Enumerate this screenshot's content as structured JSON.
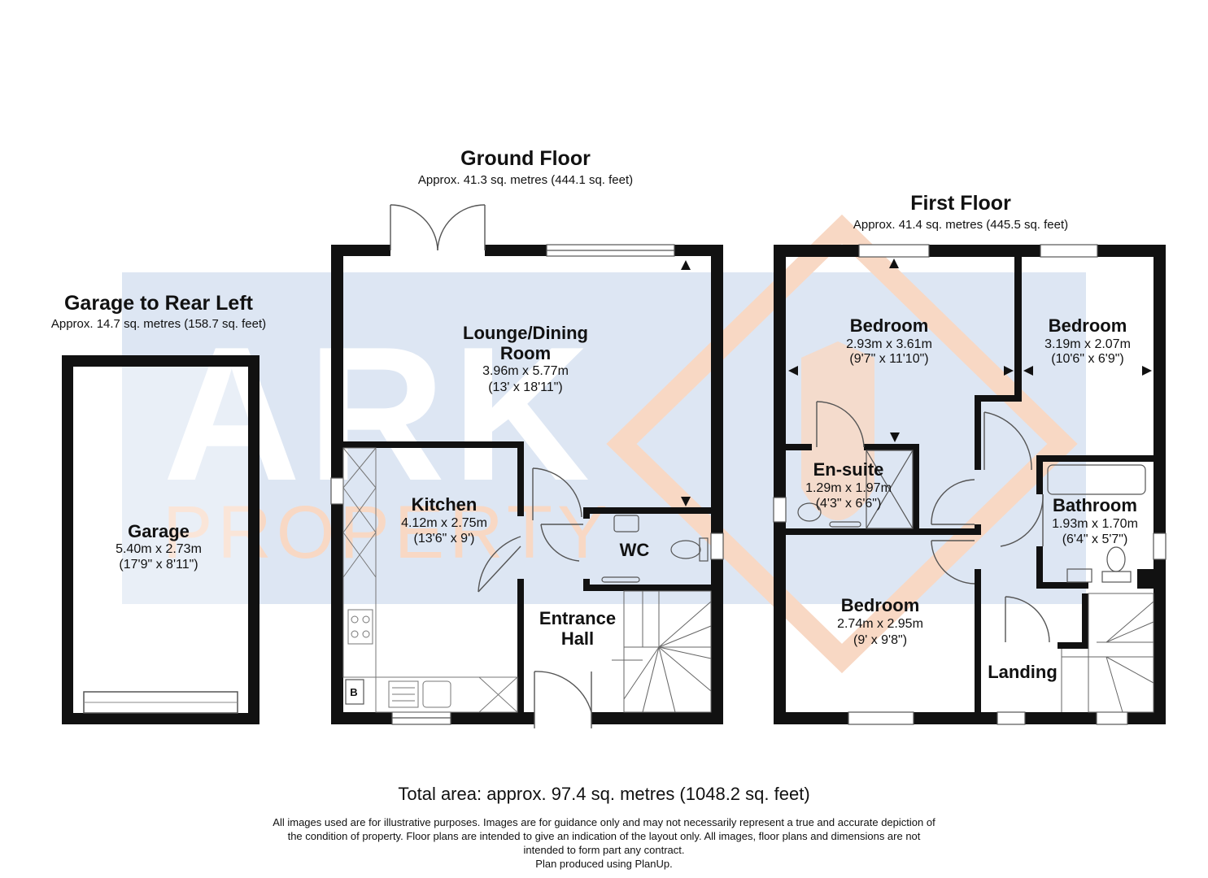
{
  "watermark": {
    "line1": "ARK",
    "line2": "PROPERTY",
    "colors": {
      "box": "#dde6f3",
      "letters": "#ffffff",
      "accent": "#f8d8c4"
    }
  },
  "garage_block": {
    "title": "Garage to Rear Left",
    "area": "Approx. 14.7 sq. metres (158.7 sq. feet)",
    "room": {
      "name": "Garage",
      "dims_m": "5.40m x 2.73m",
      "dims_ft": "(17'9\" x 8'11\")"
    }
  },
  "ground_floor": {
    "title": "Ground Floor",
    "area": "Approx. 41.3 sq. metres (444.1 sq. feet)",
    "rooms": {
      "lounge": {
        "name_line1": "Lounge/Dining",
        "name_line2": "Room",
        "dims_m": "3.96m x 5.77m",
        "dims_ft": "(13' x 18'11\")"
      },
      "kitchen": {
        "name": "Kitchen",
        "dims_m": "4.12m x 2.75m",
        "dims_ft": "(13'6\" x 9')"
      },
      "wc": {
        "name": "WC"
      },
      "hall": {
        "name_line1": "Entrance",
        "name_line2": "Hall"
      },
      "boiler": {
        "label": "B"
      }
    }
  },
  "first_floor": {
    "title": "First Floor",
    "area": "Approx. 41.4 sq. metres (445.5 sq. feet)",
    "rooms": {
      "bedroom1": {
        "name": "Bedroom",
        "dims_m": "2.93m x 3.61m",
        "dims_ft": "(9'7\" x 11'10\")"
      },
      "bedroom2": {
        "name": "Bedroom",
        "dims_m": "3.19m x 2.07m",
        "dims_ft": "(10'6\" x 6'9\")"
      },
      "ensuite": {
        "name": "En-suite",
        "dims_m": "1.29m x 1.97m",
        "dims_ft": "(4'3\" x 6'6\")"
      },
      "bathroom": {
        "name": "Bathroom",
        "dims_m": "1.93m x 1.70m",
        "dims_ft": "(6'4\" x 5'7\")"
      },
      "bedroom3": {
        "name": "Bedroom",
        "dims_m": "2.74m x 2.95m",
        "dims_ft": "(9' x 9'8\")"
      },
      "landing": {
        "name": "Landing"
      }
    }
  },
  "footer": {
    "total": "Total area: approx. 97.4 sq. metres (1048.2 sq. feet)",
    "disclaimer": [
      "All images used are for illustrative purposes. Images are for guidance only and may not necessarily represent a true and accurate depiction of",
      "the condition of property. Floor plans are intended to give an indication of the layout only. All images, floor plans and dimensions are not",
      "intended to form part any contract.",
      "Plan produced using PlanUp."
    ]
  },
  "colors": {
    "wall": "#111111",
    "fixture": "#555555"
  }
}
